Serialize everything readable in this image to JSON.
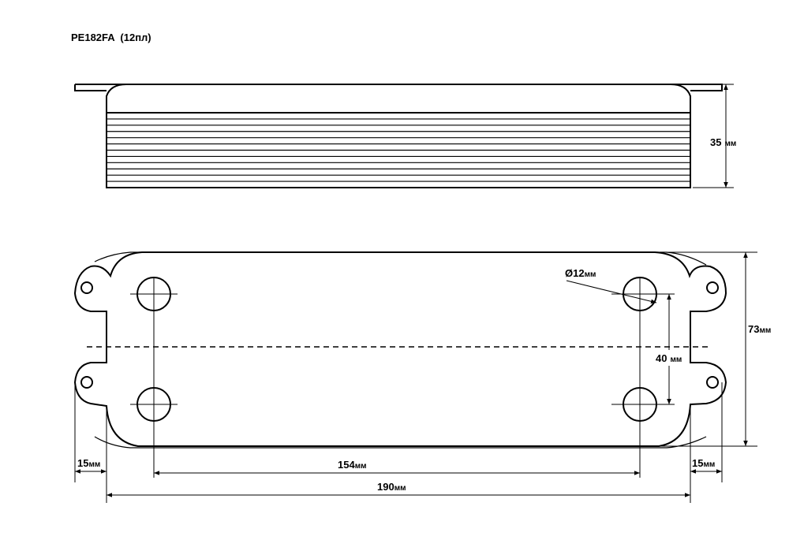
{
  "title": {
    "model": "PE182FA",
    "plates": "(12пл)"
  },
  "side_view": {
    "height_label": "35",
    "height_unit": "мм",
    "plate_lines": 12
  },
  "top_view": {
    "height_label": "73",
    "height_unit": "мм",
    "hole_diameter_label": "Ø12",
    "hole_diameter_unit": "мм",
    "hole_spacing_v_label": "40",
    "hole_spacing_v_unit": "мм",
    "hole_spacing_h_label": "154",
    "hole_spacing_h_unit": "мм",
    "total_length_label": "190",
    "total_length_unit": "мм",
    "left_offset_label": "15",
    "left_offset_unit": "мм",
    "right_offset_label": "15",
    "right_offset_unit": "мм"
  }
}
